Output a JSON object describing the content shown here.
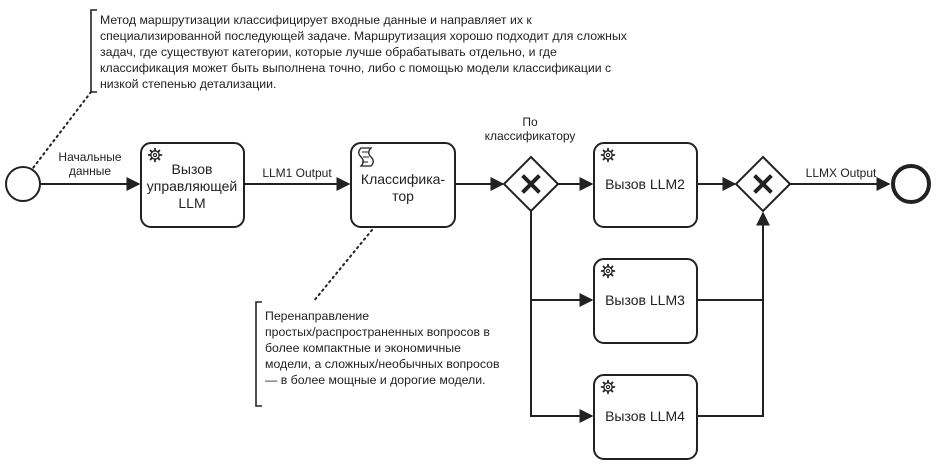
{
  "annotations": {
    "routing": [
      "Метод маршрутизации классифицирует входные данные и направляет их к",
      "специализированной последующей задаче. Маршрутизация хорошо подходит для сложных",
      "задач, где существуют категории, которые лучше обрабатывать отдельно, и где",
      "классификация может быть выполнена точно, либо с помощью модели классификации с",
      "низкой степенью детализации."
    ],
    "redirect": [
      "Перенаправление",
      "простых/распространенных вопросов в",
      "более компактные и экономичные",
      "модели, а сложных/необычных вопросов",
      "— в более мощные и дорогие модели."
    ]
  },
  "flow_labels": {
    "input": [
      "Начальные",
      "данные"
    ],
    "llm1_output": "LLM1 Output",
    "by_classifier": [
      "По",
      "классификатору"
    ],
    "llmx_output": "LLMX Output"
  },
  "tasks": {
    "control_llm": [
      "Вызов",
      "управляющей",
      "LLM"
    ],
    "classifier": [
      "Классифика-",
      "тор"
    ],
    "llm2": "Вызов LLM2",
    "llm3": "Вызов LLM3",
    "llm4": "Вызов LLM4"
  },
  "icons": {
    "service_task": "gear-icon",
    "script_task": "script-icon"
  }
}
